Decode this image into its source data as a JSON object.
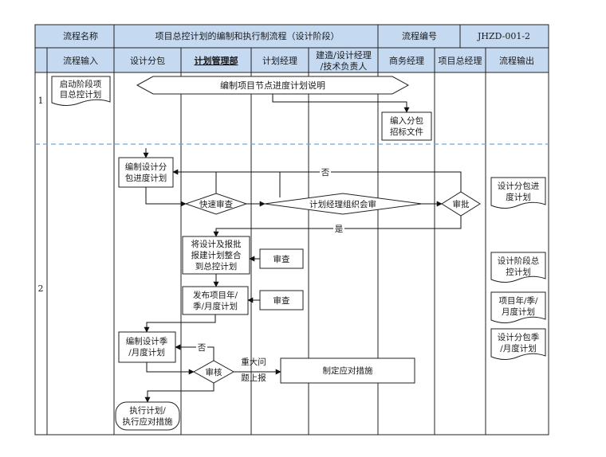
{
  "header": {
    "process_name_label": "流程名称",
    "process_name": "项目总控计划的编制和执行制流程（设计阶段）",
    "process_number_label": "流程编号",
    "process_number": "JHZD-001-2"
  },
  "lanes": [
    [
      "流程输入"
    ],
    [
      "设计分包"
    ],
    [
      "计划管理部"
    ],
    [
      "计划经理"
    ],
    [
      "建造/设计经理",
      "/技术负责人"
    ],
    [
      "商务经理"
    ],
    [
      "项目总经理"
    ],
    [
      "流程输出"
    ]
  ],
  "phases": [
    "1",
    "2"
  ],
  "inputs": {
    "start_plan": [
      "启动阶段项",
      "目总控计划"
    ]
  },
  "steps": {
    "prep": "编制项目节点进度计划说明",
    "bid_docs": [
      "编入分包",
      "招标文件"
    ],
    "sub_plan": [
      "编制设计分",
      "包进度计划"
    ],
    "quick_review": "快速审查",
    "meeting_review": "计划经理组织会审",
    "approve": "审批",
    "integrate": [
      "将设计及报批",
      "报建计划整合",
      "到总控计划"
    ],
    "review_a": "审查",
    "publish": [
      "发布项目年/",
      "季/月度计划"
    ],
    "review_b": "审查",
    "season_plan": [
      "编制设计季",
      "/月度计划"
    ],
    "audit": "审核",
    "measures": "制定应对措施",
    "execute": [
      "执行计划/",
      "执行应对措施"
    ]
  },
  "edge_labels": {
    "no_top": "否",
    "yes": "是",
    "no_bottom": "否",
    "escalate": [
      "重大问",
      "题上报"
    ]
  },
  "outputs": {
    "design_sub_schedule": [
      "设计分包进",
      "度计划"
    ],
    "design_stage_plan": [
      "设计阶段总",
      "控计划"
    ],
    "periodic_plan": [
      "项目年/季/",
      "月度计划"
    ],
    "sub_season_plan": [
      "设计分包季",
      "/月度计划"
    ]
  },
  "colors": {
    "header_fill": "#c5d9f1",
    "border": "#222222",
    "phase_divider": "#6fa8dc",
    "box_fill": "#ffffff"
  }
}
